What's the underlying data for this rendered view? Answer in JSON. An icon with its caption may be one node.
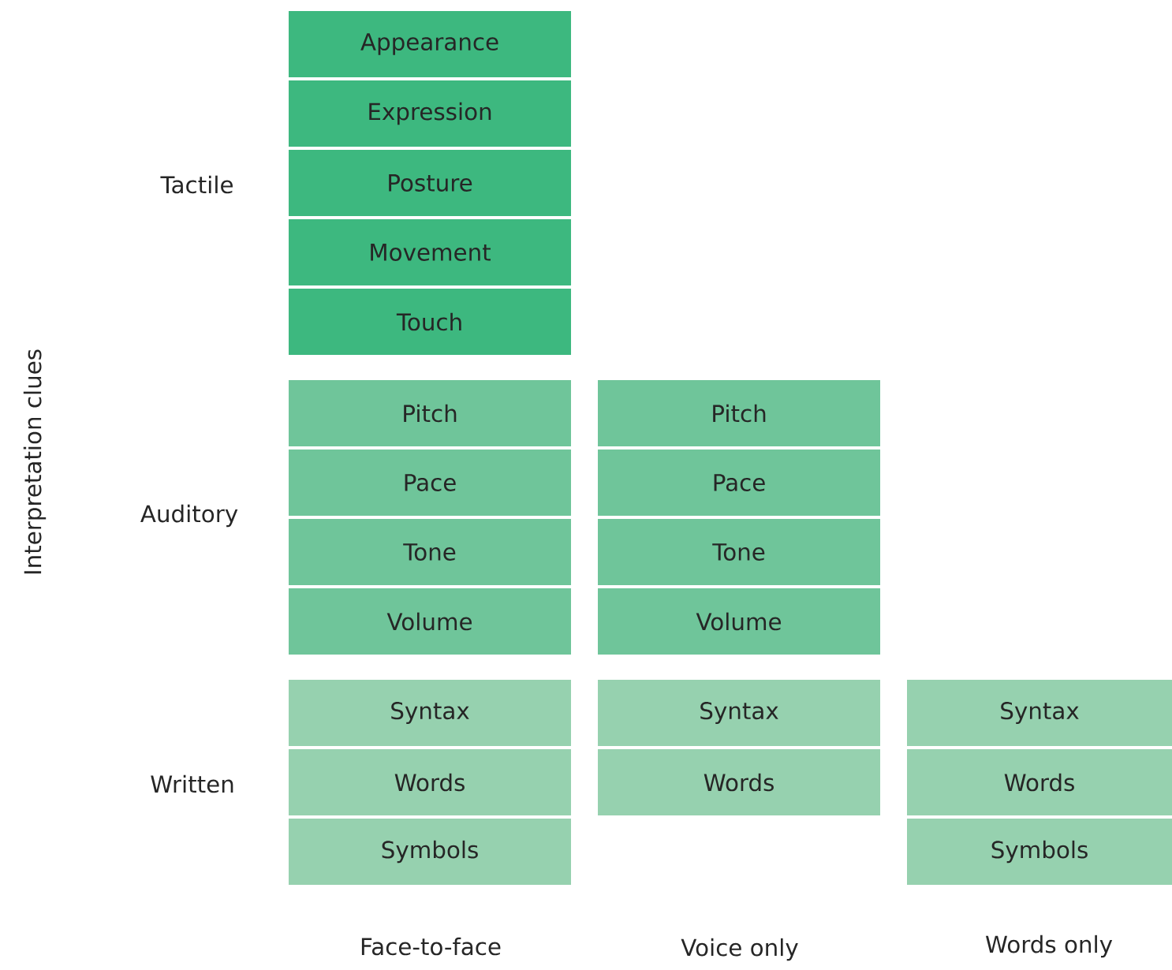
{
  "diagram": {
    "nodes": [
      {
        "text": [
          "Appearance"
        ]
      },
      {
        "text": [
          "Expression"
        ]
      },
      {
        "text": [
          "Posture"
        ]
      },
      {
        "text": [
          "Movement"
        ]
      },
      {
        "text": [
          "Touch"
        ]
      },
      {
        "text": [
          "Pitch"
        ]
      },
      {
        "text": [
          "Pace"
        ]
      },
      {
        "text": [
          "Tone"
        ]
      },
      {
        "text": [
          "Volume"
        ]
      },
      {
        "text": [
          "Pitch"
        ]
      },
      {
        "text": [
          "Pace"
        ]
      },
      {
        "text": [
          "Tone"
        ]
      },
      {
        "text": [
          "Volume"
        ]
      },
      {
        "text": [
          "Syntax"
        ]
      },
      {
        "text": [
          "Words"
        ]
      },
      {
        "text": [
          "Symbols"
        ]
      },
      {
        "text": [
          "Syntax"
        ]
      },
      {
        "text": [
          "Words"
        ]
      },
      {
        "text": [
          "Syntax"
        ]
      },
      {
        "text": [
          "Words"
        ]
      },
      {
        "text": [
          "Symbols"
        ]
      }
    ],
    "labels": [
      "Interpretation clues",
      "Tactile",
      "Auditory",
      "Written",
      "Face-to-face",
      "Voice only",
      "Words only"
    ]
  }
}
